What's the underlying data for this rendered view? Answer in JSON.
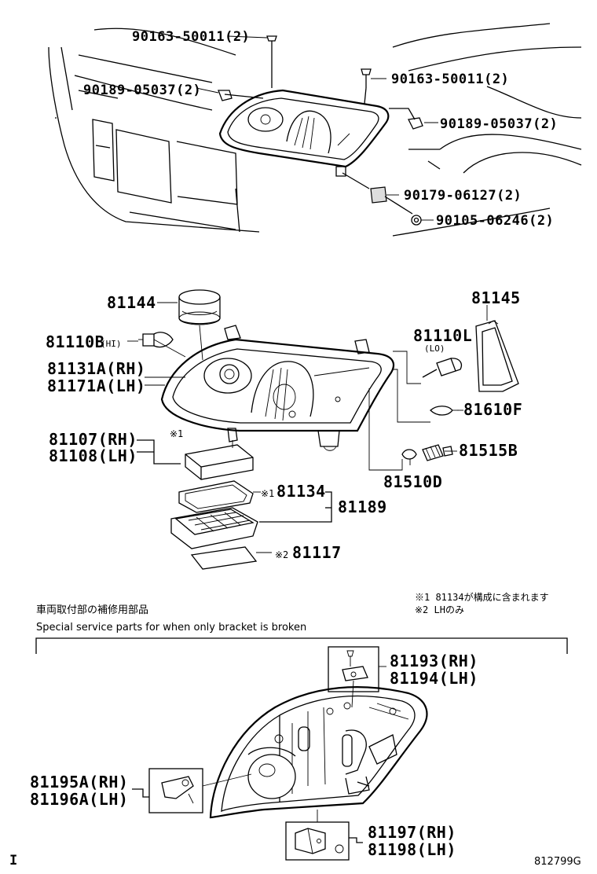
{
  "top_section": {
    "labels": {
      "bolt_top_left": "90163-50011(2)",
      "nut_left": "90189-05037(2)",
      "bolt_top_right": "90163-50011(2)",
      "nut_right": "90189-05037(2)",
      "bracket_lower": "90179-06127(2)",
      "screw_lower": "90105-06246(2)"
    }
  },
  "middle_section": {
    "labels": {
      "cover": "81144",
      "bulb_hi": "81110B",
      "bulb_hi_suffix": "(HI)",
      "unit_rh": "81131A(RH)",
      "unit_lh": "81171A(LH)",
      "ballast_rh": "81107(RH)",
      "ballast_lh": "81108(LH)",
      "note_mark_1": "※1",
      "gasket": "81145",
      "bulb_lo": "81110L",
      "bulb_lo_suffix": "(LO)",
      "bulb_side": "81610F",
      "socket_turn": "81515B",
      "bulb_turn": "81510D",
      "gasket_set_item": "81134",
      "gasket_set_mark": "※1",
      "gasket_set": "81189",
      "plate_mark": "※2",
      "plate": "81117"
    }
  },
  "notes": {
    "note1": "※1 81134が構成に含まれます",
    "note2": "※2 LHのみ",
    "heading_jp": "車両取付部の補修用部品",
    "heading_en": "Special service parts for when only bracket is broken"
  },
  "bottom_section": {
    "labels": {
      "bracket_top_rh": "81193(RH)",
      "bracket_top_lh": "81194(LH)",
      "bracket_side_rh": "81195A(RH)",
      "bracket_side_lh": "81196A(LH)",
      "bracket_bottom_rh": "81197(RH)",
      "bracket_bottom_lh": "81198(LH)"
    }
  },
  "footer": {
    "left_mark": "I",
    "figure_code": "812799G"
  }
}
